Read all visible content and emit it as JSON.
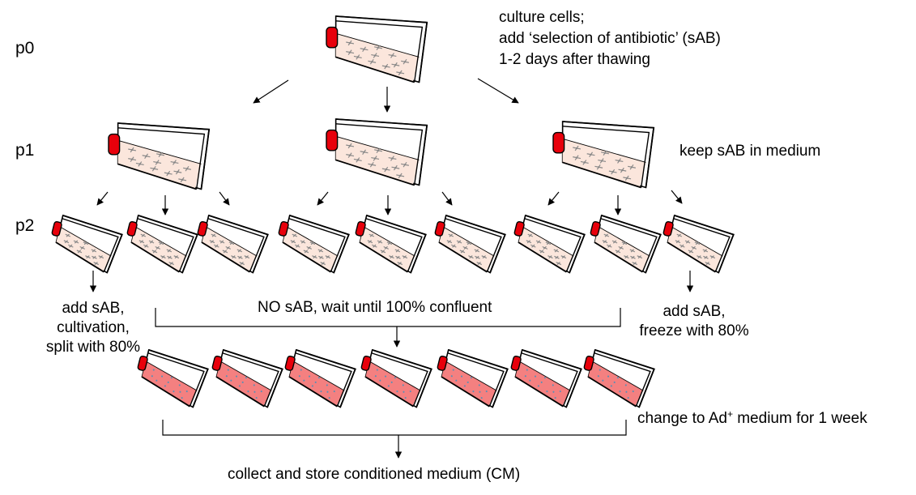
{
  "passages": {
    "p0": "p0",
    "p1": "p1",
    "p2": "p2"
  },
  "notes": {
    "p0_line1": "culture  cells;",
    "p0_line2": "add ‘selection of antibiotic’ (sAB)",
    "p0_line3": "1-2 days after thawing",
    "p1": "keep sAB in medium",
    "left_line1": "add sAB,",
    "left_line2": "cultivation,",
    "left_line3": "split with 80%",
    "middle": "NO sAB, wait until 100% confluent",
    "right_line1": "add sAB,",
    "right_line2": "freeze with 80%",
    "adplus_prefix": "change  to Ad",
    "adplus_sup": "+",
    "adplus_suffix": " medium for 1 week",
    "collect": "collect and store conditioned medium (CM)"
  },
  "colors": {
    "cap": "#e8000b",
    "medium_normal": "#fbe6dc",
    "medium_conditioned": "#f48080",
    "cells": "#888888",
    "cells_conditioned": "#5b8fb4"
  }
}
